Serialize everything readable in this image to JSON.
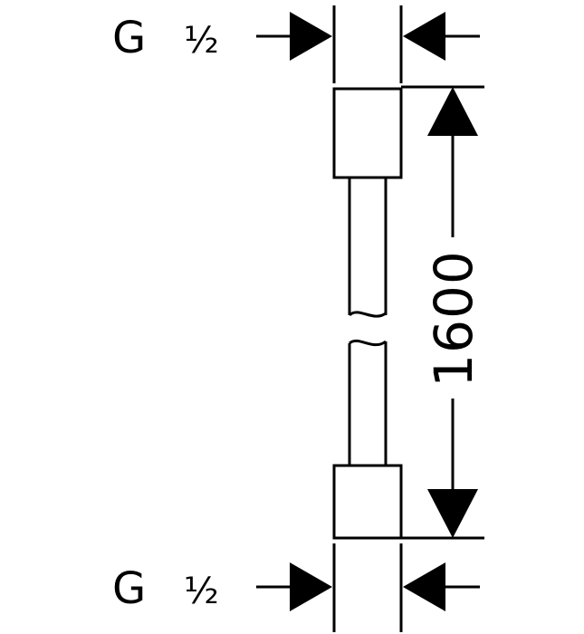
{
  "labels": {
    "top_thread_letter": "G",
    "top_thread_size": "½",
    "bottom_thread_letter": "G",
    "bottom_thread_size": "½",
    "length_dimension": "1600"
  }
}
